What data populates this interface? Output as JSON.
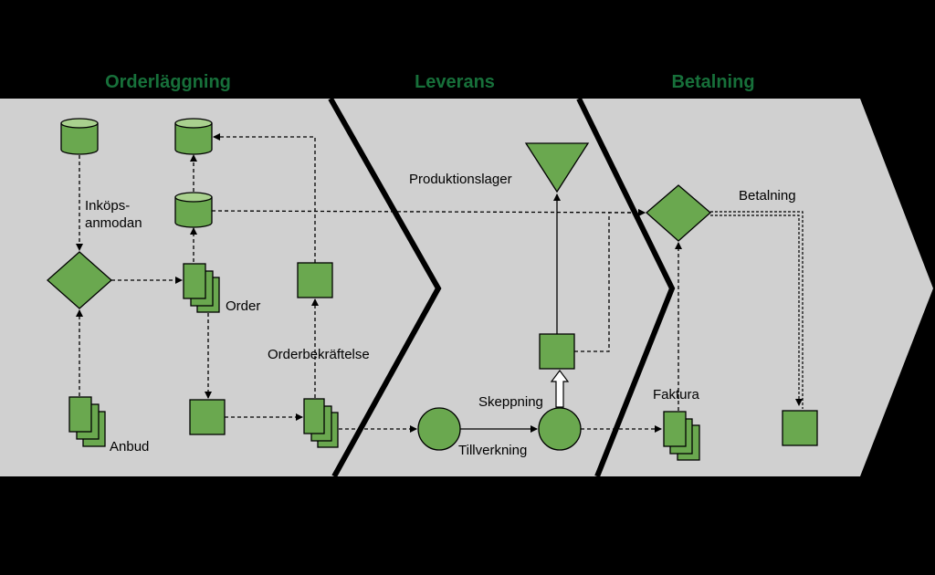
{
  "phases": {
    "orderlaggning": "Orderläggning",
    "leverans": "Leverans",
    "betalning": "Betalning"
  },
  "labels": {
    "inkops_line1": "Inköps-",
    "inkops_line2": "anmodan",
    "order": "Order",
    "orderbekraftelse": "Orderbekräftelse",
    "anbud": "Anbud",
    "produktionslager": "Produktionslager",
    "skeppning": "Skeppning",
    "tillverkning": "Tillverkning",
    "faktura": "Faktura",
    "betalning": "Betalning"
  },
  "colors": {
    "title_green": "#17703a",
    "shape_fill": "#6aa84f",
    "shape_top": "#a9d18e",
    "chevron_fill": "#d0d0d0",
    "background": "#000000"
  }
}
